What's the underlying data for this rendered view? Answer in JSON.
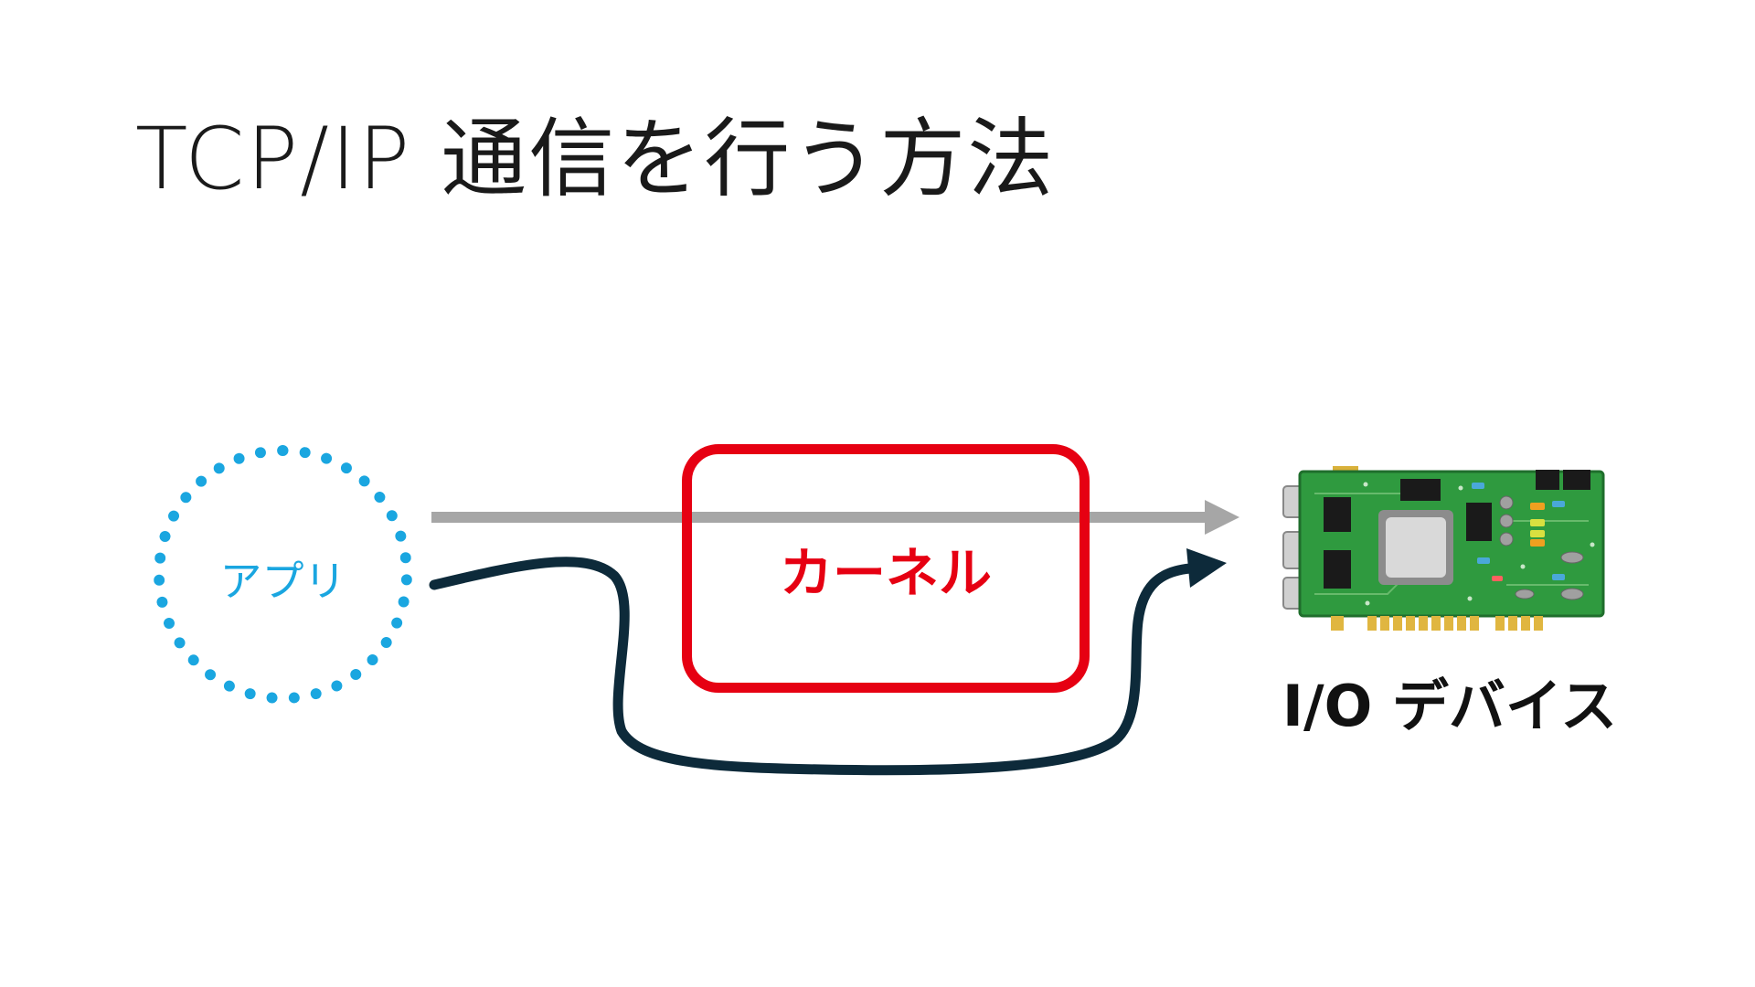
{
  "slide": {
    "title": "TCP/IP 通信を行う方法"
  },
  "diagram": {
    "app_label": "アプリ",
    "kernel_label": "カーネル",
    "device_label": "I/O デバイス",
    "device_icon": "network-card-icon"
  },
  "colors": {
    "app": "#1aa6e0",
    "kernel": "#e60012",
    "kernel_path_arrow": "#a6a6a6",
    "bypass_arrow": "#0d2a3a",
    "pcb": "#2f9a3f"
  }
}
